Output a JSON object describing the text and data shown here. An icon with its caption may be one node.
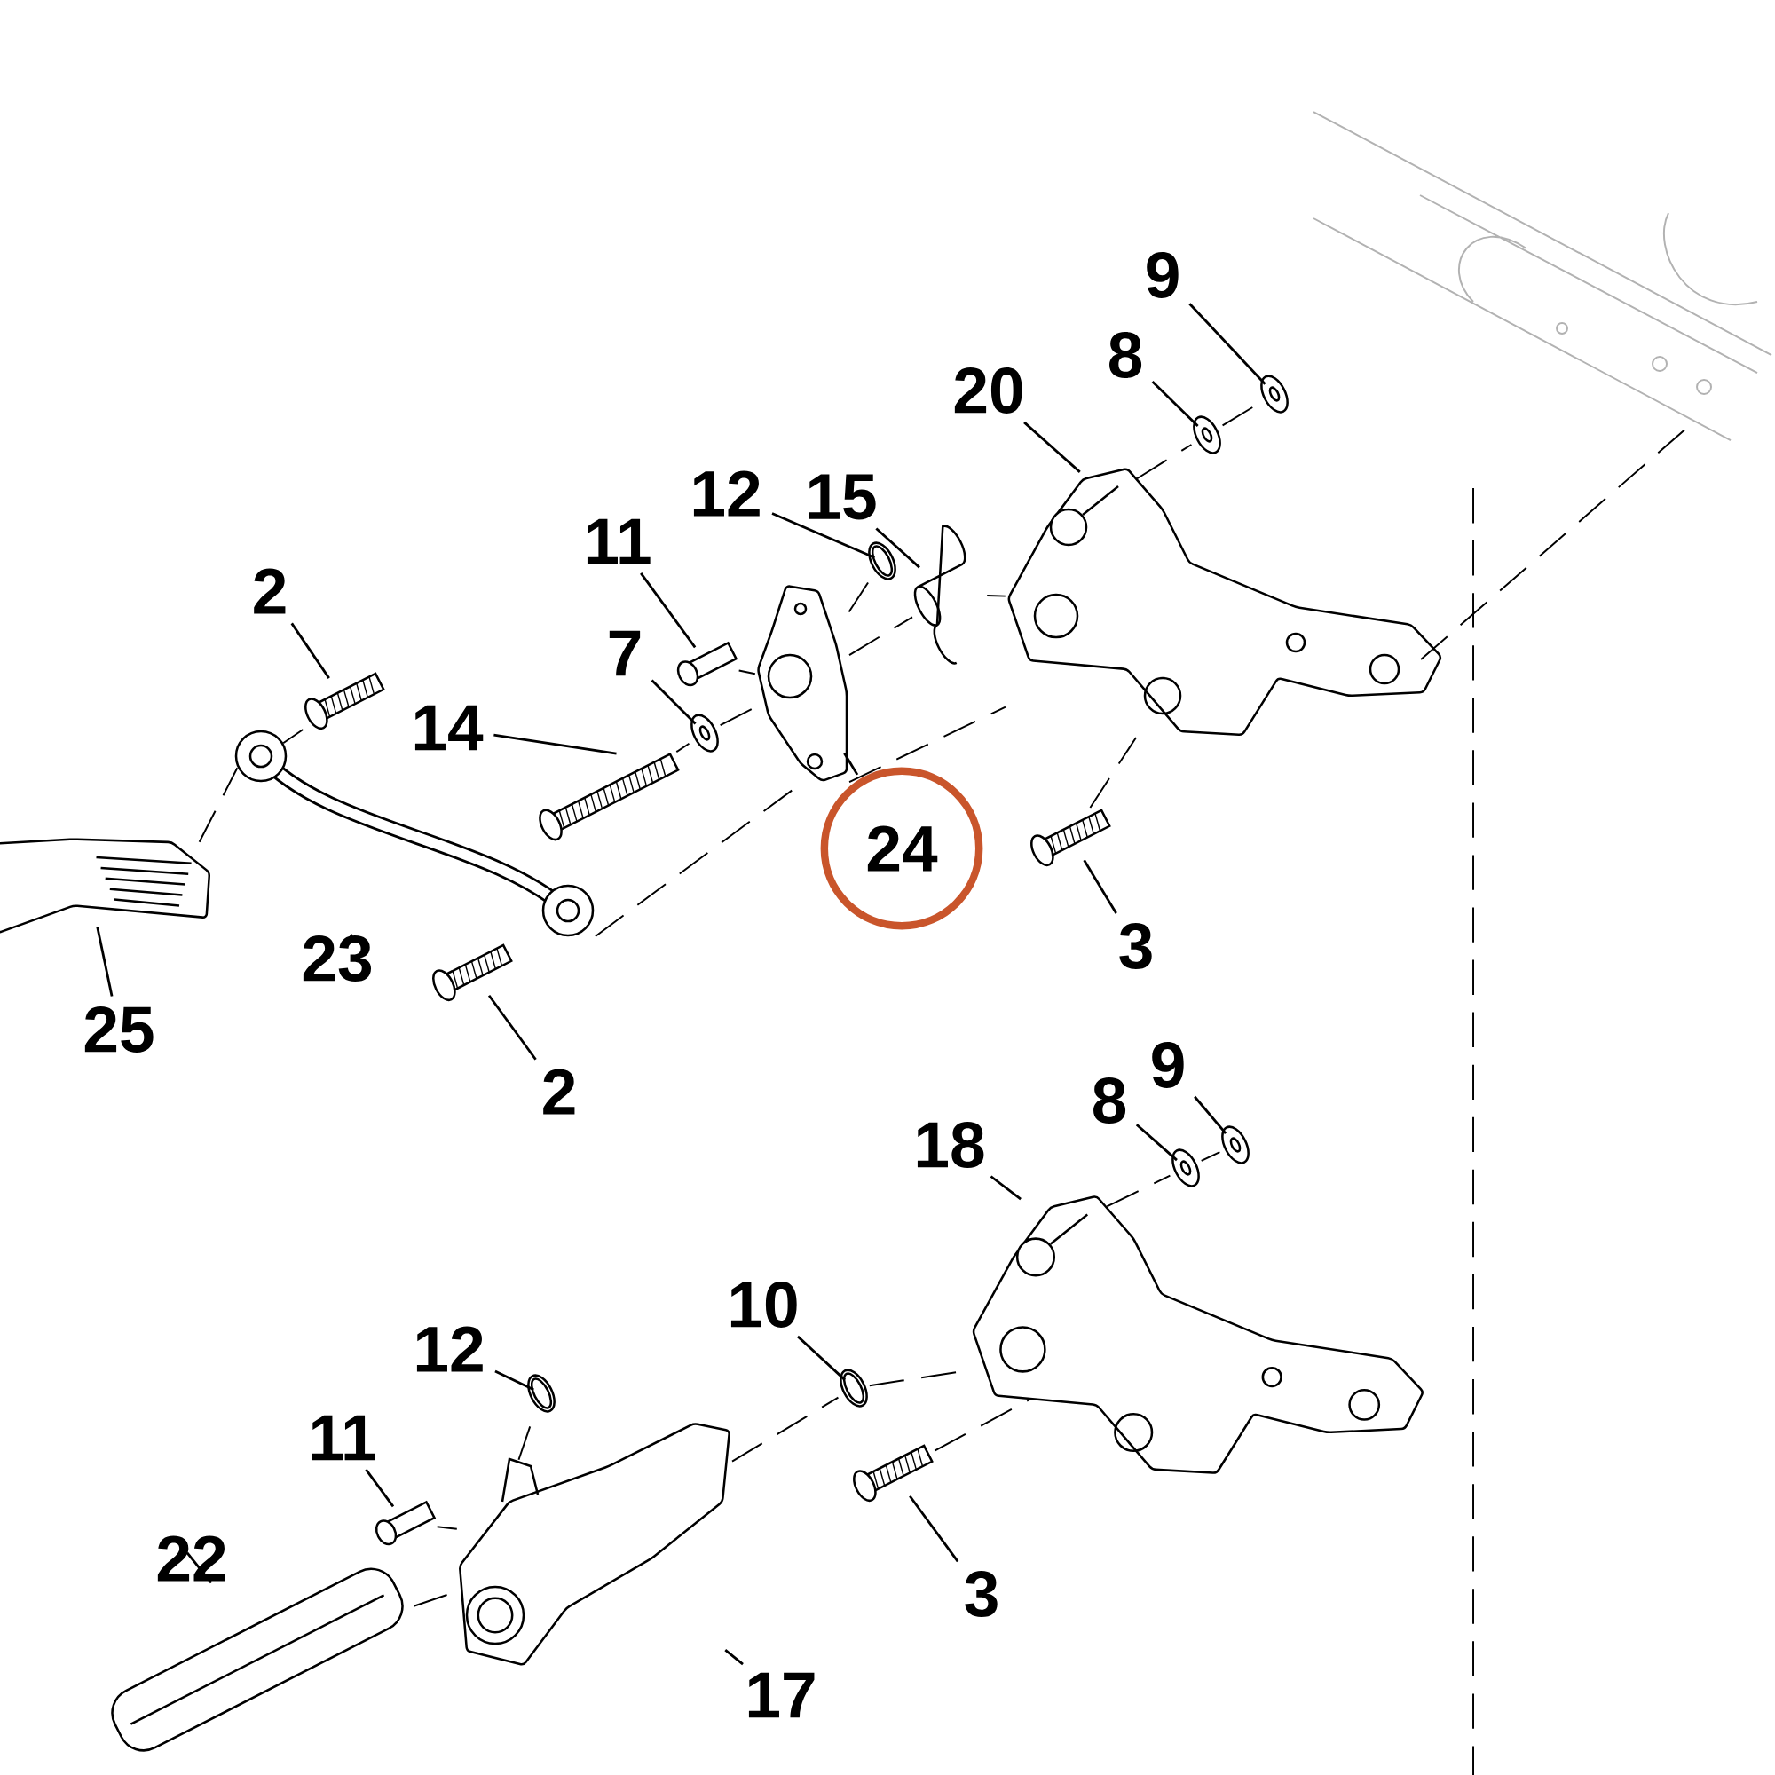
{
  "diagram": {
    "nodes": [
      {
        "text": [
          "2"
        ]
      },
      {
        "text": [
          "14"
        ]
      },
      {
        "text": [
          "11"
        ]
      },
      {
        "text": [
          "7"
        ]
      },
      {
        "text": [
          "12"
        ]
      },
      {
        "text": [
          "15"
        ]
      },
      {
        "text": [
          "20"
        ]
      },
      {
        "text": [
          "8"
        ]
      },
      {
        "text": [
          "9"
        ]
      },
      {
        "text": [
          "24"
        ]
      },
      {
        "text": [
          "3"
        ]
      },
      {
        "text": [
          "23"
        ]
      },
      {
        "text": [
          "2"
        ]
      },
      {
        "text": [
          "25"
        ]
      },
      {
        "text": [
          "18"
        ]
      },
      {
        "text": [
          "8"
        ]
      },
      {
        "text": [
          "9"
        ]
      },
      {
        "text": [
          "10"
        ]
      },
      {
        "text": [
          "12"
        ]
      },
      {
        "text": [
          "11"
        ]
      },
      {
        "text": [
          "3"
        ]
      },
      {
        "text": [
          "22"
        ]
      },
      {
        "text": [
          "17"
        ]
      },
      {
        "text": [],
        "shape": "picture"
      },
      {
        "text": [],
        "shape": "picture"
      },
      {
        "text": [],
        "shape": "picture"
      },
      {
        "text": [],
        "shape": "picture"
      },
      {
        "text": [],
        "shape": "picture"
      },
      {
        "text": [],
        "shape": "picture"
      },
      {
        "text": [],
        "shape": "picture"
      },
      {
        "text": [],
        "shape": "picture"
      },
      {
        "text": [],
        "shape": "picture"
      },
      {
        "text": [],
        "shape": "picture"
      },
      {
        "text": [],
        "shape": "picture"
      },
      {
        "text": [],
        "shape": "picture"
      },
      {
        "text": [],
        "shape": "picture"
      },
      {
        "text": [],
        "shape": "picture"
      },
      {
        "text": [],
        "shape": "picture"
      },
      {
        "text": [],
        "shape": "picture"
      },
      {
        "text": [],
        "shape": "picture"
      },
      {
        "text": [],
        "shape": "picture"
      },
      {
        "text": [],
        "shape": "picture"
      },
      {
        "text": [],
        "shape": "picture"
      },
      {
        "text": [],
        "shape": "picture"
      },
      {
        "text": [],
        "shape": "picture"
      },
      {
        "text": [],
        "shape": "picture"
      },
      {
        "text": [],
        "shape": "picture"
      }
    ],
    "edges": [
      {
        "from": 0,
        "to": 23,
        "arrow": "none"
      },
      {
        "from": 1,
        "to": 24,
        "arrow": "none"
      },
      {
        "from": 2,
        "to": 25,
        "arrow": "none"
      },
      {
        "from": 3,
        "to": 26,
        "arrow": "none"
      },
      {
        "from": 4,
        "to": 27,
        "arrow": "none"
      },
      {
        "from": 5,
        "to": 28,
        "arrow": "none"
      },
      {
        "from": 6,
        "to": 29,
        "arrow": "none"
      },
      {
        "from": 7,
        "to": 30,
        "arrow": "none"
      },
      {
        "from": 8,
        "to": 31,
        "arrow": "none"
      },
      {
        "from": 9,
        "to": 32,
        "arrow": "none"
      },
      {
        "from": 10,
        "to": 33,
        "arrow": "none"
      },
      {
        "from": 11,
        "to": 34,
        "arrow": "none"
      },
      {
        "from": 12,
        "to": 35,
        "arrow": "none"
      },
      {
        "from": 13,
        "to": 36,
        "arrow": "none"
      },
      {
        "from": 14,
        "to": 37,
        "arrow": "none"
      },
      {
        "from": 15,
        "to": 38,
        "arrow": "none"
      },
      {
        "from": 16,
        "to": 39,
        "arrow": "none"
      },
      {
        "from": 17,
        "to": 40,
        "arrow": "none"
      },
      {
        "from": 18,
        "to": 41,
        "arrow": "none"
      },
      {
        "from": 19,
        "to": 42,
        "arrow": "none"
      },
      {
        "from": 20,
        "to": 43,
        "arrow": "none"
      },
      {
        "from": 21,
        "to": 44,
        "arrow": "none"
      },
      {
        "from": 22,
        "to": 45,
        "arrow": "none"
      },
      {
        "from": 36,
        "to": 34,
        "arrow": "none",
        "style": "dashed"
      },
      {
        "from": 34,
        "to": 23,
        "arrow": "none",
        "style": "dashed"
      },
      {
        "from": 24,
        "to": 26,
        "arrow": "none",
        "style": "dashed"
      },
      {
        "from": 26,
        "to": 32,
        "arrow": "none",
        "style": "dashed"
      },
      {
        "from": 32,
        "to": 28,
        "arrow": "none",
        "style": "dashed"
      },
      {
        "from": 28,
        "to": 29,
        "arrow": "none",
        "style": "dashed"
      },
      {
        "from": 25,
        "to": 32,
        "arrow": "none",
        "style": "dashed"
      },
      {
        "from": 32,
        "to": 27,
        "arrow": "none",
        "style": "dashed"
      },
      {
        "from": 34,
        "to": 32,
        "arrow": "none",
        "style": "dashed"
      },
      {
        "from": 32,
        "to": 29,
        "arrow": "none",
        "style": "dashed"
      },
      {
        "from": 29,
        "to": 46,
        "arrow": "none",
        "style": "dashed"
      },
      {
        "from": 29,
        "to": 30,
        "arrow": "none",
        "style": "dashed"
      },
      {
        "from": 30,
        "to": 31,
        "arrow": "none",
        "style": "dashed"
      },
      {
        "from": 33,
        "to": 29,
        "arrow": "none",
        "style": "dashed"
      },
      {
        "from": 44,
        "to": 45,
        "arrow": "none",
        "style": "dashed"
      },
      {
        "from": 45,
        "to": 40,
        "arrow": "none",
        "style": "dashed"
      },
      {
        "from": 40,
        "to": 37,
        "arrow": "none",
        "style": "dashed"
      },
      {
        "from": 42,
        "to": 45,
        "arrow": "none",
        "style": "dashed"
      },
      {
        "from": 45,
        "to": 41,
        "arrow": "none",
        "style": "dashed"
      },
      {
        "from": 43,
        "to": 37,
        "arrow": "none",
        "style": "dashed"
      },
      {
        "from": 37,
        "to": 38,
        "arrow": "none",
        "style": "dashed"
      },
      {
        "from": 38,
        "to": 39,
        "arrow": "none",
        "style": "dashed"
      }
    ]
  }
}
